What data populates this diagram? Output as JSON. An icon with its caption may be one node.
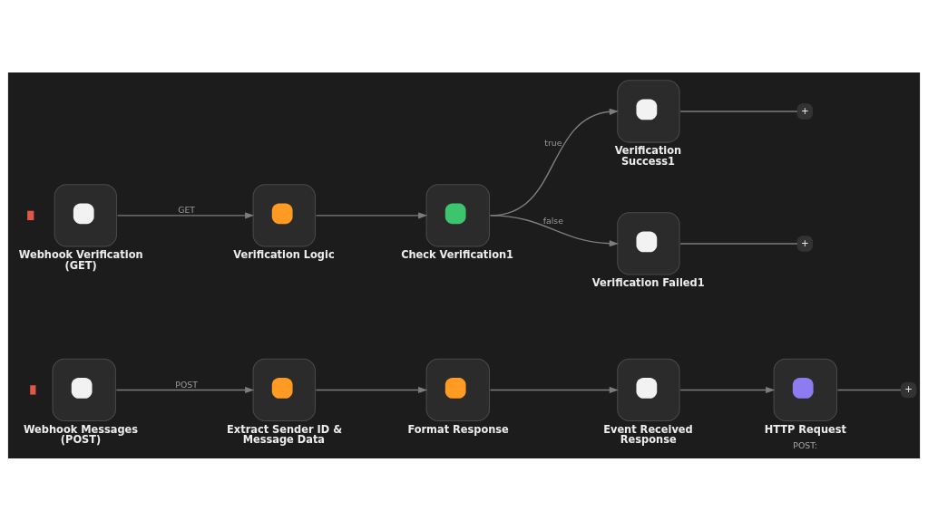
{
  "diagram": {
    "nodes": [
      {
        "text": [
          "Webhook Verification (GET)"
        ]
      },
      {
        "text": [
          "Verification Logic"
        ]
      },
      {
        "text": [
          "Check Verification1"
        ]
      },
      {
        "text": [
          "Verification Success1"
        ]
      },
      {
        "text": [
          "+"
        ]
      },
      {
        "text": [
          "Verification Failed1"
        ]
      },
      {
        "text": [
          "+"
        ]
      },
      {
        "text": [
          "Webhook Messages (POST)"
        ]
      },
      {
        "text": [
          "Extract Sender ID & Message Data"
        ]
      },
      {
        "text": [
          "Format Response"
        ]
      },
      {
        "text": [
          "Event Received Response"
        ]
      },
      {
        "text": [
          "HTTP Request"
        ],
        "beside": [
          "POST:"
        ]
      },
      {
        "text": [
          "+"
        ]
      }
    ],
    "edges": [
      {
        "from": 0,
        "to": 1,
        "arrow": "to",
        "label": "GET"
      },
      {
        "from": 1,
        "to": 2,
        "arrow": "to"
      },
      {
        "from": 2,
        "to": 3,
        "arrow": "to",
        "label": "true"
      },
      {
        "from": 2,
        "to": 5,
        "arrow": "to",
        "label": "false"
      },
      {
        "from": 3,
        "to": 4,
        "arrow": "none"
      },
      {
        "from": 5,
        "to": 6,
        "arrow": "none"
      },
      {
        "from": 7,
        "to": 8,
        "arrow": "to",
        "label": "POST"
      },
      {
        "from": 8,
        "to": 9,
        "arrow": "to"
      },
      {
        "from": 9,
        "to": 10,
        "arrow": "to"
      },
      {
        "from": 10,
        "to": 11,
        "arrow": "to"
      },
      {
        "from": 11,
        "to": 12,
        "arrow": "none"
      }
    ]
  }
}
